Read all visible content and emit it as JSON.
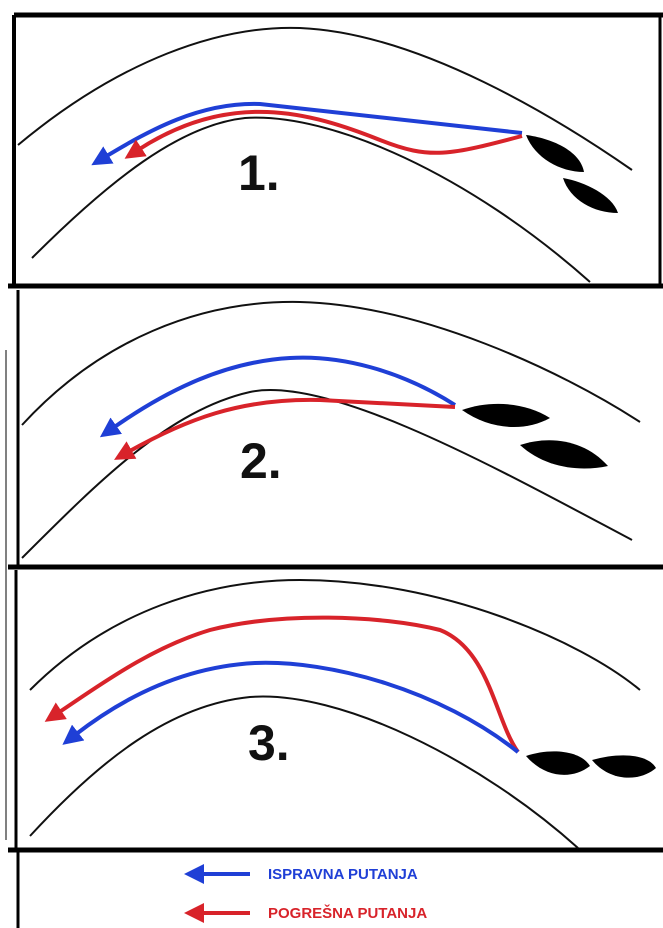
{
  "colors": {
    "correct": "#1f3fd6",
    "wrong": "#d8232a",
    "line": "#111111",
    "boat": "#000000"
  },
  "panels": [
    {
      "number": "1."
    },
    {
      "number": "2."
    },
    {
      "number": "3."
    }
  ],
  "legend": {
    "correct_label": "ISPRAVNA PUTANJA",
    "wrong_label": "POGREŠNA PUTANJA"
  }
}
